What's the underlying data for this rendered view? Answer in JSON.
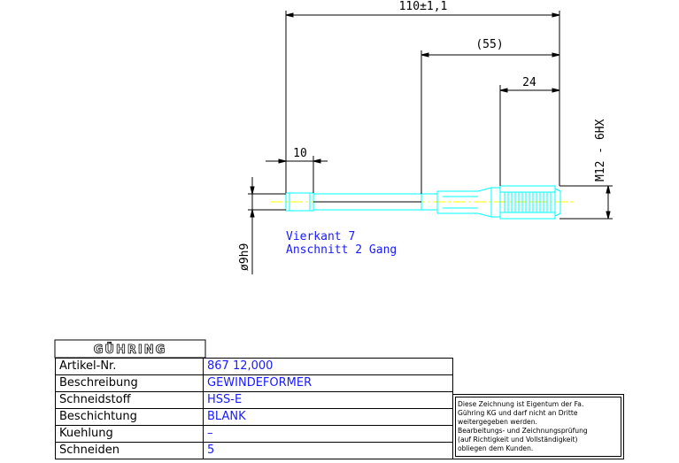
{
  "drawing": {
    "dims": {
      "total": "110±1,1",
      "middle": "(55)",
      "thread_len": "24",
      "square_len": "10",
      "thread_size": "M12 - 6HX",
      "shank_dia": "ø9h9"
    },
    "notes": {
      "line1": "Vierkant 7",
      "line2": "Anschnitt 2 Gang"
    },
    "colors": {
      "line": "#000000",
      "part": "#00ffff",
      "center": "#ffff00",
      "text_blue": "#1a1aff"
    }
  },
  "title_block": {
    "logo": "GÜHRING",
    "rows": [
      {
        "label": "Artikel-Nr.",
        "value": "867 12,000"
      },
      {
        "label": "Beschreibung",
        "value": "GEWINDEFORMER"
      },
      {
        "label": "Schneidstoff",
        "value": "HSS-E"
      },
      {
        "label": "Beschichtung",
        "value": "BLANK"
      },
      {
        "label": "Kuehlung",
        "value": "–"
      },
      {
        "label": "Schneiden",
        "value": "5"
      }
    ]
  },
  "notice": {
    "lines": [
      "Diese Zeichnung ist Eigentum der Fa.",
      "Gühring KG und darf nicht an Dritte",
      "weitergegeben werden.",
      "Bearbeitungs- und Zeichnungsprüfung",
      "(auf Richtigkeit und Vollständigkeit)",
      "obliegen dem Kunden."
    ]
  }
}
